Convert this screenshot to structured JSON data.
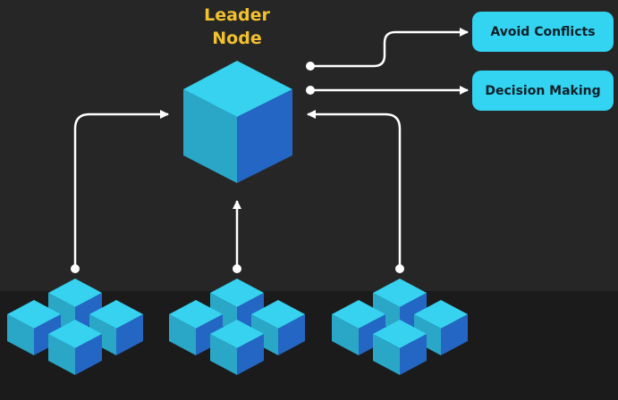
{
  "leader": {
    "title_line1": "Leader",
    "title_line2": "Node"
  },
  "outputs": [
    {
      "label": "Avoid Conflicts",
      "icon": "rounded-rectangle"
    },
    {
      "label": "Decision Making",
      "icon": "rounded-rectangle"
    }
  ],
  "follower_groups": [
    {
      "icon": "cube-cluster"
    },
    {
      "icon": "cube-cluster"
    },
    {
      "icon": "cube-cluster"
    }
  ],
  "colors": {
    "background": "#262626",
    "band": "#1b1b1b",
    "title": "#f2c12e",
    "pill": "#33d4f2",
    "cube_top": "#36d2f0",
    "cube_left": "#2aa7c7",
    "cube_right": "#2366c4",
    "arrow": "#ffffff"
  }
}
